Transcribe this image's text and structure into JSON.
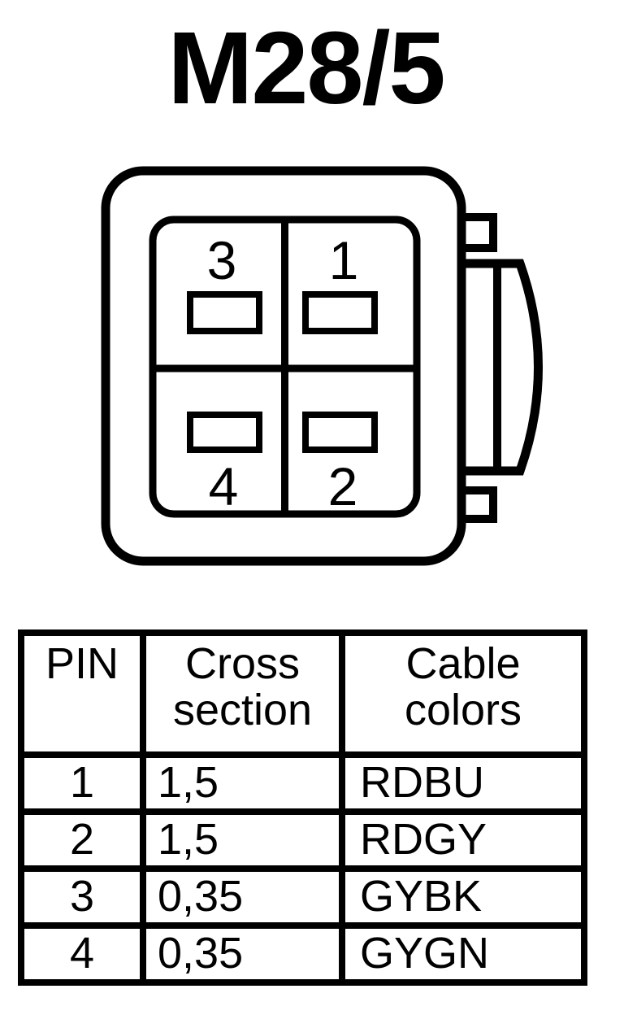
{
  "page_title": "M28/5",
  "connector": {
    "pin_labels": {
      "top_left": "3",
      "top_right": "1",
      "bottom_left": "4",
      "bottom_right": "2"
    }
  },
  "table": {
    "headers": {
      "pin": "PIN",
      "cross_section": "Cross section",
      "cable_colors": "Cable colors"
    },
    "rows": [
      {
        "pin": "1",
        "cross_section": "1,5",
        "cable_color": "RDBU"
      },
      {
        "pin": "2",
        "cross_section": "1,5",
        "cable_color": "RDGY"
      },
      {
        "pin": "3",
        "cross_section": "0,35",
        "cable_color": "GYBK"
      },
      {
        "pin": "4",
        "cross_section": "0,35",
        "cable_color": "GYGN"
      }
    ]
  },
  "colors": {
    "ink": "#000000",
    "paper": "#ffffff"
  }
}
